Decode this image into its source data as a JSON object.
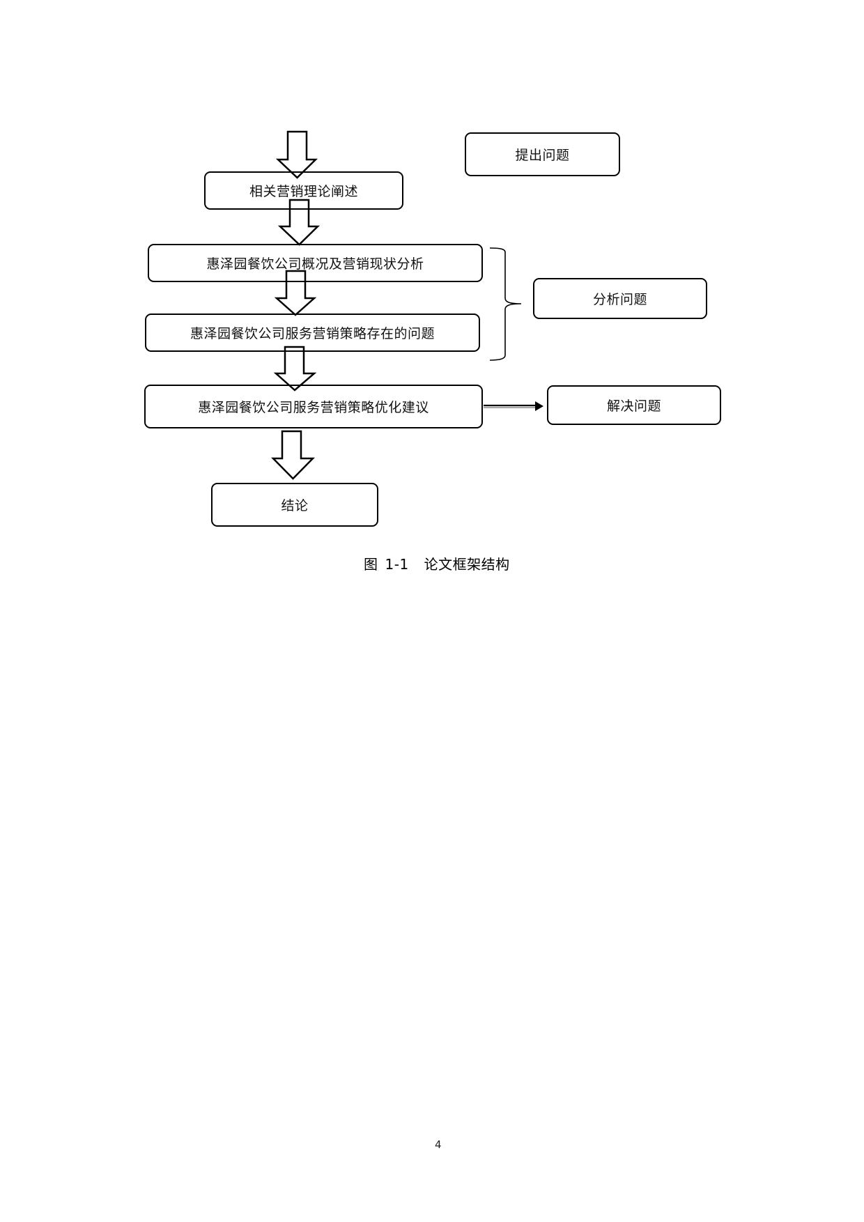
{
  "figure": {
    "label": "图",
    "number": "1-1",
    "title": "论文框架结构"
  },
  "flow": {
    "steps": [
      {
        "label": "相关营销理论阐述"
      },
      {
        "label": "惠泽园餐饮公司概况及营销现状分析"
      },
      {
        "label": "惠泽园餐饮公司服务营销策略存在的问题"
      },
      {
        "label": "惠泽园餐饮公司服务营销策略优化建议"
      },
      {
        "label": "结论"
      }
    ]
  },
  "stages": {
    "raise": {
      "label": "提出问题"
    },
    "analyze": {
      "label": "分析问题"
    },
    "solve": {
      "label": "解决问题"
    }
  },
  "page": {
    "number": "4"
  },
  "colors": {
    "stroke": "#000000",
    "background": "#ffffff"
  }
}
